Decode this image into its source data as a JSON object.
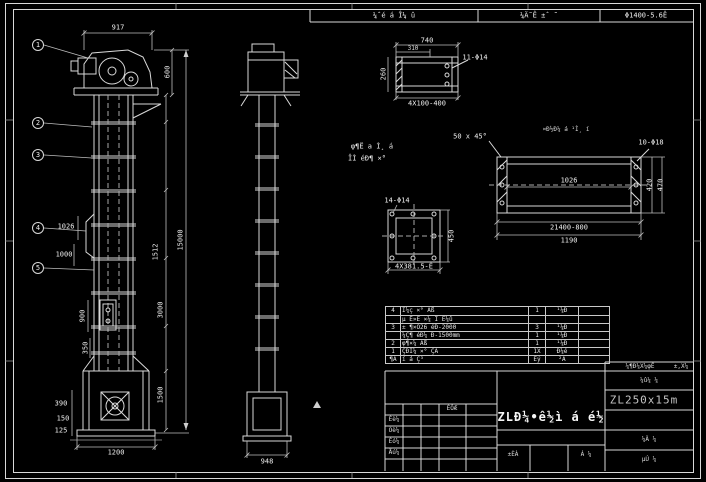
{
  "colors": {
    "bg": "#000000",
    "line": "#d9d9d9",
    "text": "#efefef"
  },
  "header": {
    "cell1": "¼ˆé á Î¼ û",
    "cell2": "¼Ä˜Ê ±ˆ ˜",
    "cell3": "Φ1400-5.6Ê"
  },
  "front": {
    "balloon1": "1",
    "balloon2": "2",
    "balloon3": "3",
    "balloon4": "4",
    "balloon5": "5",
    "dim_top": "917",
    "dim_overall": "15000",
    "dim_seg": "3000",
    "dim_seg2": "1512",
    "dim_seg3": "1500",
    "dim_head": "600",
    "dim_chute1": "1026",
    "dim_chute2": "1000",
    "dim_mid1": "900",
    "dim_mid2": "350",
    "dim_boot1": "390",
    "dim_boot2": "150",
    "dim_boot3": "125",
    "dim_base": "1200"
  },
  "side": {
    "dim_base": "948"
  },
  "channel": {
    "dim_w": "740",
    "dim_w2": "310",
    "holes": "11-Φ14",
    "dim_h": "260",
    "dim_sp": "4X100-400",
    "note1": "φ¶Ë a Ì¸ á",
    "note2": "ÎÌ éÐ¶ ×°"
  },
  "casing": {
    "chamfer": "50 x 45°",
    "note": "¤Ð½Ð¼ á ¹Ì¸ í",
    "holes": "10-Φ18",
    "dim_inner": "1026",
    "dim_len": "21400-800",
    "dim_len2": "1190",
    "dim_h1": "420",
    "dim_h2": "470"
  },
  "flange": {
    "holes": "14-Φ14",
    "dim_h": "450",
    "dim_b": "4X381.5-Ê"
  },
  "parts": {
    "rows": [
      {
        "no": "4",
        "name": "Î¼ç ×° Áß",
        "qty": "1",
        "mat": "¹¼Ð",
        "rem": ""
      },
      {
        "no": "",
        "name": "µ Ë»Ê ×¼ Ï É¼û",
        "qty": "",
        "mat": "",
        "rem": ""
      },
      {
        "no": "3",
        "name": "± ¶×Ó26 éÐ-2000",
        "qty": "3",
        "mat": "¹¼Ð",
        "rem": ""
      },
      {
        "no": "",
        "name": "¼Ç¶ éÐ¼ Ð-1500mm",
        "qty": "1",
        "mat": "¹¼Ð",
        "rem": ""
      },
      {
        "no": "2",
        "name": "φ¶×¼ Áß",
        "qty": "1",
        "mat": "¹¼Ð",
        "rem": ""
      },
      {
        "no": "1",
        "name": "ÇÐÎ¼ ×° ÇÁ",
        "qty": "1X",
        "mat": "Ð¼é",
        "rem": ""
      }
    ],
    "header": {
      "no": "¶Ã",
      "name": "í á Ç³",
      "qty": "Êý",
      "mat": "²Á",
      "rem": ""
    },
    "extra1": "¼¶Ð¼X¼φÊ",
    "extra2": "±,X¼"
  },
  "title_block": {
    "title": "ZLÐ¼•ê½ì á é½",
    "model": "ZL250x15m",
    "sub": "¼û¼ ¼",
    "mark": "¼Ä ¼",
    "pages": "µÚ ¼",
    "sig1": "Éè¼",
    "sig2": "Öè¼",
    "sig3": "Éó¼",
    "sig4": "Åú¼",
    "date_header": "ÈÕÆ",
    "scale": "±ÈÀ",
    "sheet": "Á ¼"
  }
}
